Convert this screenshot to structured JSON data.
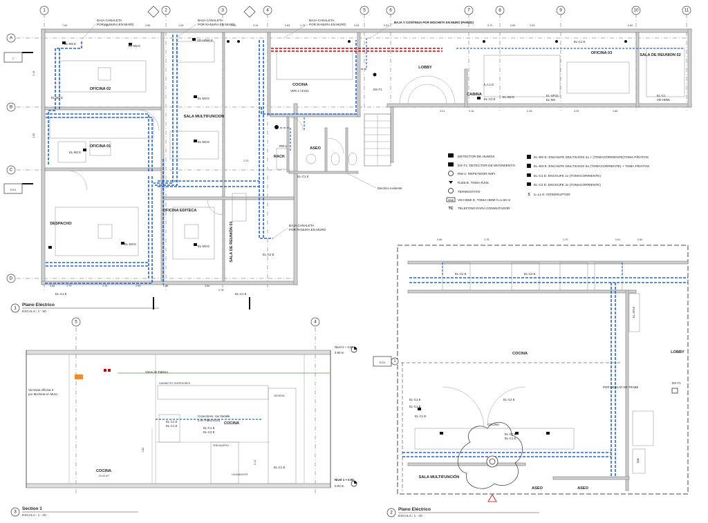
{
  "grid_columns": [
    "1",
    "2",
    "3",
    "4",
    "5",
    "6",
    "7",
    "8",
    "9",
    "10",
    "11"
  ],
  "grid_rows": [
    "A",
    "B",
    "C",
    "D"
  ],
  "section_marks": [
    "2",
    "E101"
  ],
  "views": [
    {
      "number": "1",
      "title": "Plano Eléctrico",
      "scale": "ESCALA : 1 : 50"
    },
    {
      "number": "2",
      "title": "Plano Eléctrico",
      "scale": "ESCALA : 1 : 20"
    },
    {
      "number": "3",
      "title": "Section 1",
      "scale": "ESCALA : 1 : 20"
    }
  ],
  "rooms_plan1": {
    "oficina_02": "OFICINA 02",
    "oficina_01": "OFICINA 01",
    "sala_multifuncion": "SALA MULTIFUNCION",
    "cocina": "COCINA",
    "cocina_ref": "VER 2 / E101",
    "lobby": "LOBBY",
    "cabina": "CABINA",
    "oficina_03": "OFICINA 03",
    "sala_reunion_02": "SALA DE REUNION 02",
    "despacho": "DESPACHO",
    "oficina_editeca": "OFICINA EDITECA",
    "sala_reunion_01": "SALA DE REUNIÓN 01",
    "rack": "RACK",
    "aseo": "ASEO"
  },
  "callouts_plan1": {
    "baja_canaleta_1": "BAJA CANALETA",
    "baja_canaleta_1b": "POR RANURA EN MURO",
    "baja_canaleta_2": "BAJA CANALETA",
    "baja_canaleta_2b": "POR RANURA EN MURO",
    "baja_canaleta_3": "BAJA CANALETA",
    "baja_canaleta_3b": "POR RANURA EN MURO",
    "baja_continua": "BAJA Y CONTINUA POR MOCHETA EN MURO (PARED)",
    "baja_canaleta_4": "BAJA CANALETA",
    "baja_canaleta_4b": "POR RANURA EN MURO",
    "electrico_existente": "Electrico existente"
  },
  "device_tags_plan1": [
    "EL-M2 E",
    "EL-M2 E",
    "EL-M2 E",
    "EL-M2 E",
    "EL-M3 E",
    "EL-M3 E",
    "EL-M3 E",
    "EL-M3 E",
    "EL-C1 E",
    "EL-C1 E",
    "EL-C1 E",
    "EL-C2 E",
    "EL-C2 E",
    "VD-HDMI E",
    "RW-1",
    "DS-T1",
    "EL-M2 E",
    "EL-SP15",
    "EL-M3",
    "EL-C1",
    "VD-HDMI",
    "IL-L1 E",
    "EL-C1 E"
  ],
  "dimensions_plan1": [
    "7.60",
    "2.60",
    "2.85",
    "1.28",
    "2.95",
    "0.15",
    "0.83",
    "1.75",
    "0.53",
    "0.51",
    "0.70",
    "0.65",
    "0.69",
    "2.25",
    "3.01",
    "1.16",
    "2.28",
    "3.29",
    "2.86",
    "0.86",
    "1.79",
    "2.76",
    "2.23",
    "3.56",
    "0.98",
    "0.78",
    "2.95",
    "2.18",
    "2.56"
  ],
  "legend": [
    {
      "key": "detector",
      "text": "DETECTOR DE HUMOS"
    },
    {
      "key": "ds",
      "text": "DS-T1: DETECTOR DE MOVIMIENTO"
    },
    {
      "key": "rw",
      "text": "RW-1: REPETIDOR WIFI"
    },
    {
      "key": "rj",
      "text": "RJ45-E: TOMA RJ45"
    },
    {
      "key": "termo",
      "text": "TERMOSTATO"
    },
    {
      "key": "hdmi",
      "text": "VD-HDMI E: TOMA HDMI h=1.60 m"
    },
    {
      "key": "tc",
      "text": "TELEFONO PARA CONMUTADOR"
    },
    {
      "key": "m2",
      "text": "EL-M2 E: ENCHUFE MULTIUSOS 4x + (TOMACORRIENTE)TOMA P/DATOS"
    },
    {
      "key": "m3",
      "text": "EL-M3 E: ENCHUFE MULTIUSOS 6x (TOMACORRIENTE) + TOMA P/DATOS"
    },
    {
      "key": "c1",
      "text": "EL-C1 E: ENCHUFE 1x (TOMACORRIENTE)"
    },
    {
      "key": "c2",
      "text": "EL-C2 E: ENCHUFE 2x (TOMACORRIENTE)"
    },
    {
      "key": "il",
      "text": "IL-L1 E: INTERRUPTOR"
    }
  ],
  "legend_symbols": [
    "TC",
    "HDMI"
  ],
  "plan2": {
    "cocina": "COCINA",
    "lobby": "LOBBY",
    "sala_multifuncion": "SALA MULTIFUNCIÓN",
    "aseo": "ASEO",
    "aseo2": "ASEO",
    "cocina_small": "COCINA",
    "ds": "DS-T1",
    "sp15": "EL-SP15",
    "tab": "TAB",
    "viga_note": "POR DEBAJO DE TRABE",
    "dims": [
      "0.86",
      "1.76",
      "1.70",
      "0.61",
      "0.60"
    ],
    "tags": [
      "EL-C1 E",
      "EL-C1 E",
      "EL-C2 E",
      "EL-C2 E",
      "EL-C1 E",
      "EL-C2 E",
      "EL-C2 E",
      "EL-C1 E"
    ],
    "marks": [
      "1",
      "E101"
    ]
  },
  "section1": {
    "grid_a": "5",
    "grid_b": "4",
    "nivel_2": "Nivel 2 + 2.90",
    "nivel_2_val": "2.90 m",
    "nivel_1": "Nivel 1 + 0.00",
    "nivel_1_val": "0.00 m",
    "cocina": "COCINA",
    "cocina_area": "19.43 m²",
    "cocina_label": "COCINA",
    "gabinetes": "GABINETES SUPERIORES",
    "nevera": "NEVERA",
    "fregadero": "FREGADERO",
    "lavamanos": "LAVAMANOS",
    "conectores_1": "Conectores. Ver Detalle",
    "conectores_2": "3 en Plano E101",
    "viene_1": "Viene de Tablero",
    "va_1": "Va Hacia Oficina 3",
    "va_2": "por Mocheta en Muro",
    "tags": [
      "EL-C1 E",
      "EL-C2 E",
      "EL-C1 E",
      "EL-C1 E",
      "EL-C1 E"
    ],
    "dim_1": "1.60",
    "dim_2": "0.10"
  }
}
